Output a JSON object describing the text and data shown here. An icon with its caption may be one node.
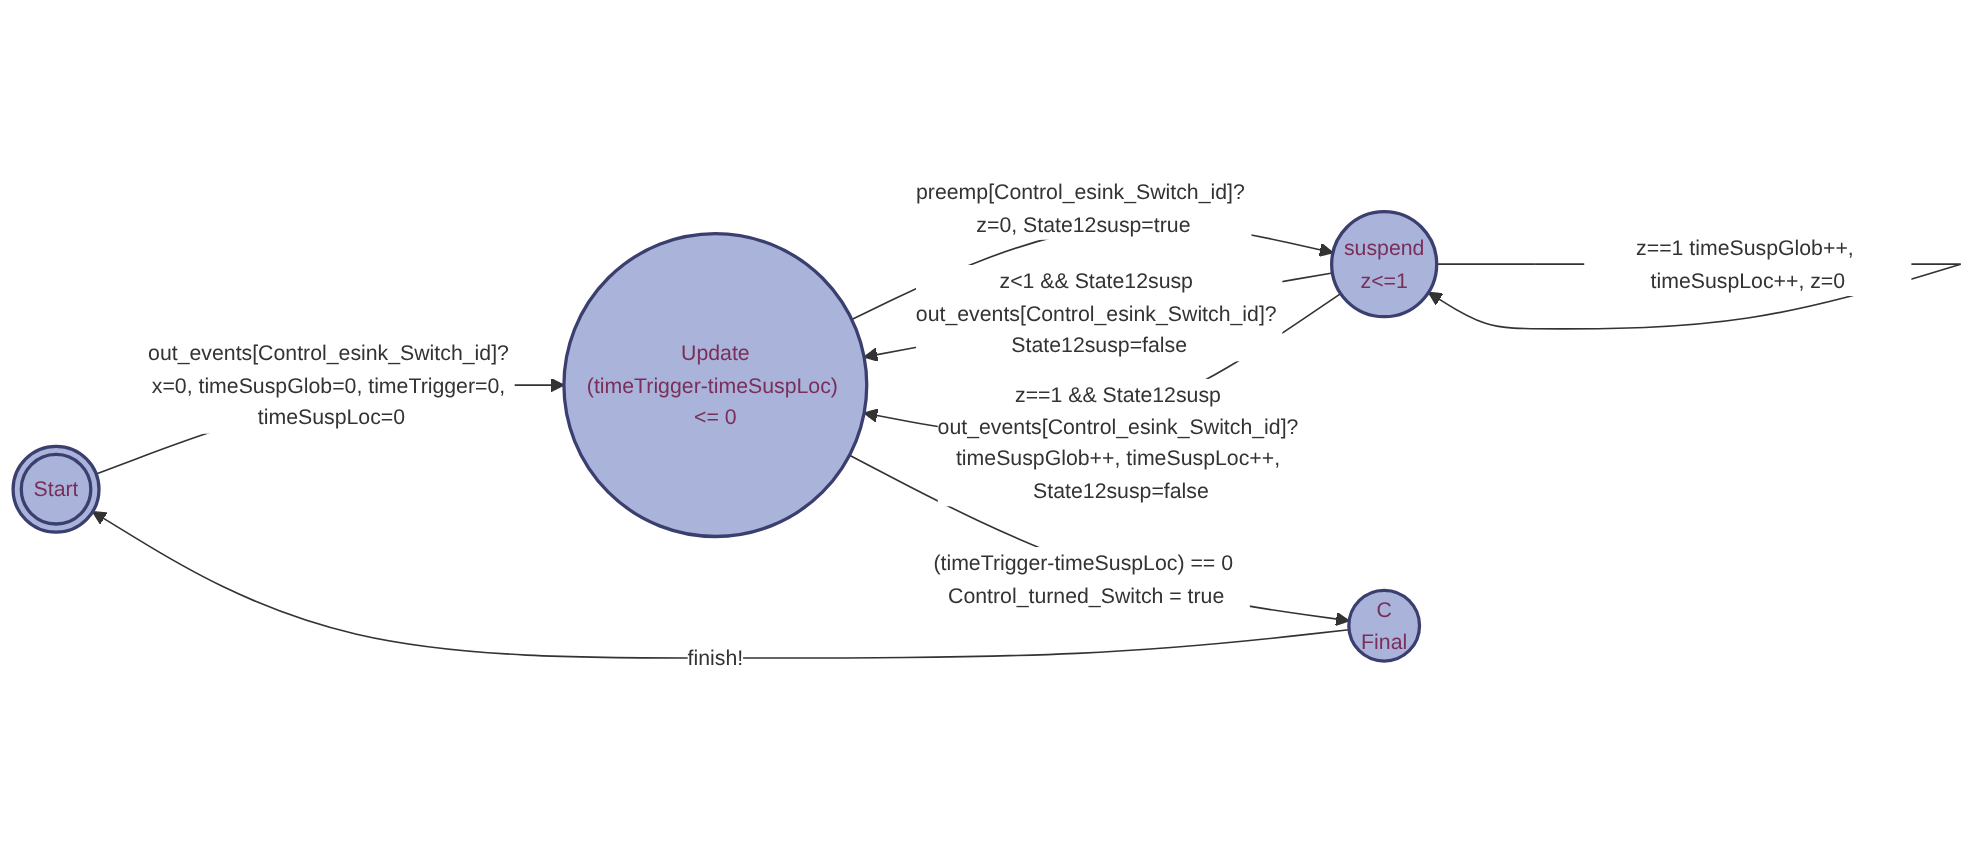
{
  "diagram": {
    "nodes": [
      {
        "text": [
          "Start"
        ]
      },
      {
        "text": [
          "Update",
          "(timeTrigger-timeSuspLoc) <= 0"
        ]
      },
      {
        "text": [
          "suspend",
          "z<=1"
        ]
      },
      {
        "text": [
          "C",
          "Final"
        ]
      }
    ],
    "edges": [
      {
        "from": 0,
        "to": 1,
        "arrow": "to",
        "label": "out_events[Control_esink_Switch_id]? x=0, timeSuspGlob=0, timeTrigger=0, timeSuspLoc=0"
      },
      {
        "from": 3,
        "to": 0,
        "arrow": "to",
        "label": "finish!"
      },
      {
        "from": 1,
        "to": 3,
        "arrow": "to",
        "label": "(timeTrigger-timeSuspLoc) == 0 Control_turned_Switch = true"
      },
      {
        "from": 2,
        "to": 1,
        "arrow": "to",
        "label": "z<1 && State12susp out_events[Control_esink_Switch_id]? State12susp=false"
      },
      {
        "from": 2,
        "to": 1,
        "arrow": "to",
        "label": "z==1 && State12susp out_events[Control_esink_Switch_id]? timeSuspGlob++, timeSuspLoc++, State12susp=false"
      },
      {
        "from": 1,
        "to": 2,
        "arrow": "to",
        "label": "preemp[Control_esink_Switch_id]? z=0, State12susp=true"
      },
      {
        "from": 2,
        "to": 2,
        "arrow": "to",
        "label": "z==1 timeSuspGlob++, timeSuspLoc++, z=0"
      }
    ]
  }
}
